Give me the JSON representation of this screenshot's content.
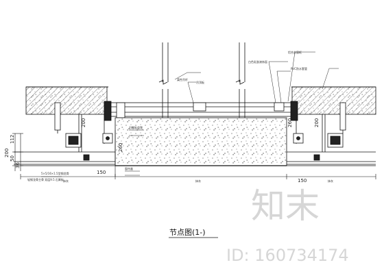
{
  "dimensions": {
    "left_dim_200": "200",
    "left_dim_112": "112",
    "left_dim_50": "50",
    "left_dim_36": "36",
    "bottom_150_left": "150",
    "bottom_150_right": "150",
    "dim_260_left": "260",
    "dim_260_right": "260",
    "dim_200_small": "200",
    "dim_200_right": "200",
    "plaster_left": "抹灰",
    "plaster_right": "抹灰",
    "finish_center": "抹灰"
  },
  "callouts": {
    "c1": "5×5/16×1.5型钢龙骨",
    "c2": "轻钢龙骨主骨 双层9.5 石膏板",
    "c3": "柔性吊杆",
    "c4": "吊顶板",
    "c5": "白色乳胶漆饰面",
    "c6": "石膏板造型",
    "c7": "铝合金窗框",
    "c8": "PVC防水套管",
    "c9": "窗帘盒"
  },
  "caption": "节点图(1-)",
  "watermark": {
    "brand": "知末",
    "id": "ID: 160734174"
  }
}
